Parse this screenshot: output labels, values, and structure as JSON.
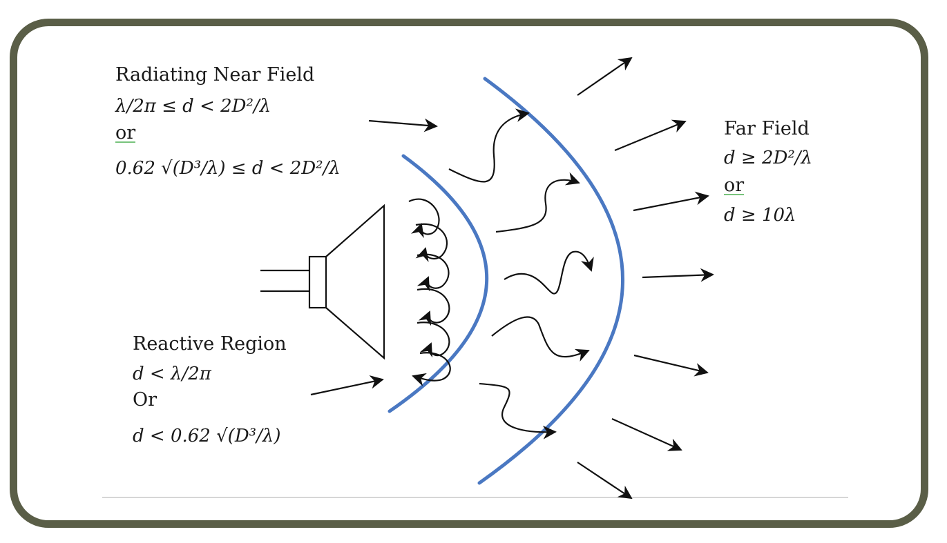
{
  "radiating_near_field": {
    "title": "Radiating Near Field",
    "condition_1": "λ/2π  ≤ d < 2D²/λ",
    "or": "or",
    "condition_2": "0.62 √(D³/λ) ≤ d < 2D²/λ"
  },
  "reactive_region": {
    "title": "Reactive Region",
    "condition_1": "d < λ/2π",
    "or": "Or",
    "condition_2": "d  < 0.62 √(D³/λ)"
  },
  "far_field": {
    "title": "Far Field",
    "condition_1": "d ≥ 2D²/λ",
    "or": "or",
    "condition_2": "d ≥ 10λ"
  },
  "colors": {
    "frame_border": "#5a5e47",
    "region_boundary": "#4a78c2",
    "lines": "#111111"
  },
  "icons": [
    "antenna-horn-icon",
    "arrow-icon",
    "wave-arrow-icon",
    "loop-arrow-icon"
  ]
}
